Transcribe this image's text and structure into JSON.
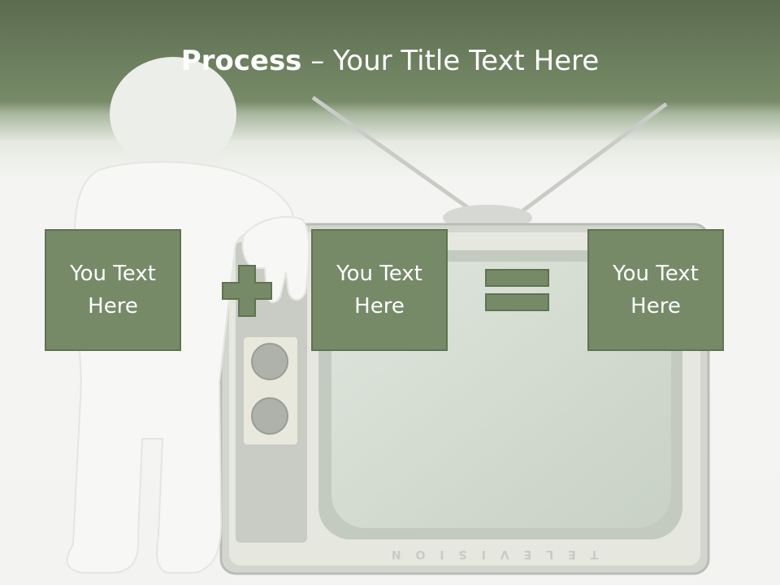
{
  "title": {
    "bold": "Process",
    "rest": " – Your Title Text Here"
  },
  "boxes": [
    {
      "text": "You Text Here"
    },
    {
      "text": "You Text Here"
    },
    {
      "text": "You Text Here"
    }
  ],
  "tv": {
    "label": "TELEVISION"
  },
  "colors": {
    "header": "#5b6c4f",
    "box": "#768a67",
    "box_border": "#5f7352",
    "text": "#ffffff"
  }
}
